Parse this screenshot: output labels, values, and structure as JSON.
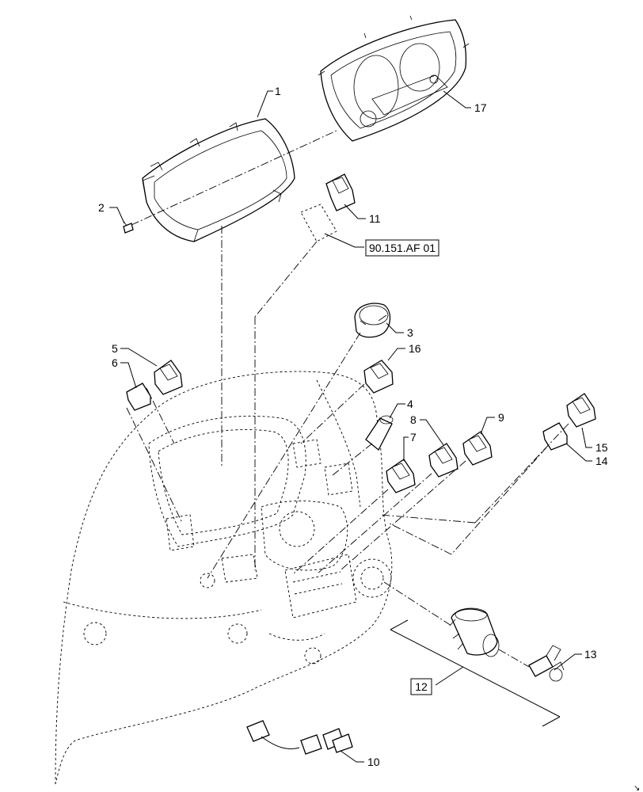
{
  "callouts": {
    "c1": "1",
    "c2": "2",
    "c3": "3",
    "c4": "4",
    "c5": "5",
    "c6": "6",
    "c7": "7",
    "c8": "8",
    "c9": "9",
    "c10": "10",
    "c11": "11",
    "c12": "12",
    "c13": "13",
    "c14": "14",
    "c15": "15",
    "c16": "16",
    "c17": "17"
  },
  "references": {
    "ref_section": "90.151.AF 01",
    "boxed_group": "12"
  }
}
